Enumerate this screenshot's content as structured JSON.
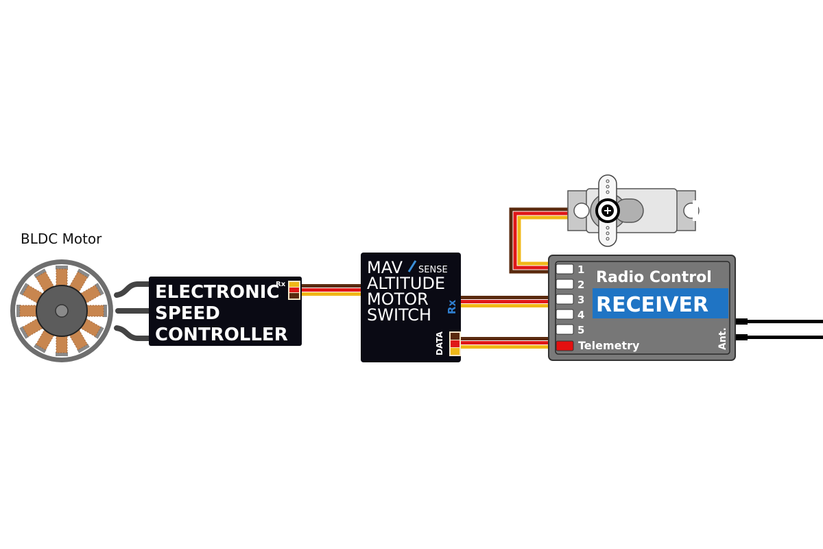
{
  "diagram": {
    "motor": {
      "label": "BLDC Motor",
      "stator_teeth": 12
    },
    "esc": {
      "line1": "ELECTRONIC",
      "line2": "SPEED",
      "line3": "CONTROLLER",
      "port_label": "Rx"
    },
    "mavsense": {
      "brand_big": "MAV",
      "brand_small": "SENSE",
      "line1": "ALTITUDE",
      "line2": "MOTOR",
      "line3": "SWITCH",
      "rx_label": "Rx",
      "data_label": "DATA"
    },
    "receiver": {
      "title": "Radio Control",
      "subtitle": "RECEIVER",
      "channels": [
        "1",
        "2",
        "3",
        "4",
        "5"
      ],
      "telemetry_label": "Telemetry",
      "antenna_label": "Ant."
    },
    "servo": {
      "name": "servo"
    },
    "colors": {
      "wire_brown": "#5a2a0e",
      "wire_red": "#e01818",
      "wire_yellow": "#f0b818",
      "module_black": "#0a0a14",
      "receiver_gray": "#7a7a7a",
      "receiver_blue": "#1f74c4",
      "telemetry_red": "#e41010",
      "coil_copper": "#c8864f",
      "mav_blue": "#3b8fd9"
    }
  }
}
